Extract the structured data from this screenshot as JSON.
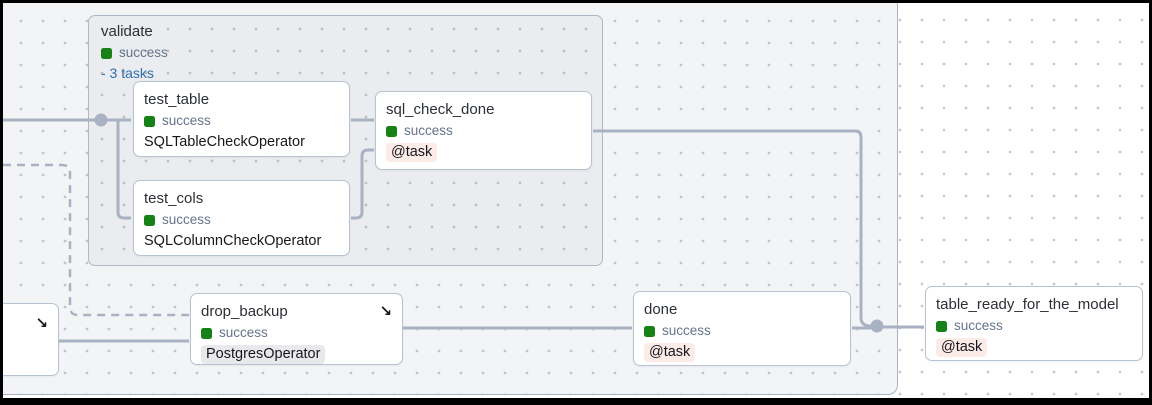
{
  "canvas": {
    "edge_color": "#a9b2c2",
    "success_green": "#178117",
    "status_text_color": "#64748b",
    "link_color": "#2f6fad",
    "task_pill_bg": "#fcebe7",
    "operator_pill_bg": "#e9e9eb"
  },
  "icons": {
    "teardown": "↘"
  },
  "group": {
    "title": "validate",
    "status": "success",
    "tasks_toggle": "- 3 tasks"
  },
  "nodes": [
    {
      "id": "left_partial",
      "title": "",
      "status": "",
      "operator": ""
    },
    {
      "id": "test_table",
      "title": "test_table",
      "status": "success",
      "operator": "SQLTableCheckOperator"
    },
    {
      "id": "test_cols",
      "title": "test_cols",
      "status": "success",
      "operator": "SQLColumnCheckOperator"
    },
    {
      "id": "sql_check_done",
      "title": "sql_check_done",
      "status": "success",
      "operator": "@task"
    },
    {
      "id": "drop_backup",
      "title": "drop_backup",
      "status": "success",
      "operator": "PostgresOperator"
    },
    {
      "id": "done",
      "title": "done",
      "status": "success",
      "operator": "@task"
    },
    {
      "id": "table_ready_for_the_model",
      "title": "table_ready_for_the_model",
      "status": "success",
      "operator": "@task"
    }
  ],
  "edges": [
    {
      "from": "upstream",
      "to": "validate.test_table",
      "style": "solid"
    },
    {
      "from": "upstream",
      "to": "validate.test_cols",
      "style": "solid"
    },
    {
      "from": "test_table",
      "to": "sql_check_done",
      "style": "solid"
    },
    {
      "from": "test_cols",
      "to": "sql_check_done",
      "style": "solid"
    },
    {
      "from": "sql_check_done",
      "to": "table_ready_for_the_model",
      "style": "solid"
    },
    {
      "from": "left_partial",
      "to": "drop_backup",
      "style": "solid"
    },
    {
      "from": "setup",
      "to": "drop_backup",
      "style": "dashed"
    },
    {
      "from": "drop_backup",
      "to": "done",
      "style": "solid"
    },
    {
      "from": "done",
      "to": "table_ready_for_the_model",
      "style": "solid"
    }
  ]
}
